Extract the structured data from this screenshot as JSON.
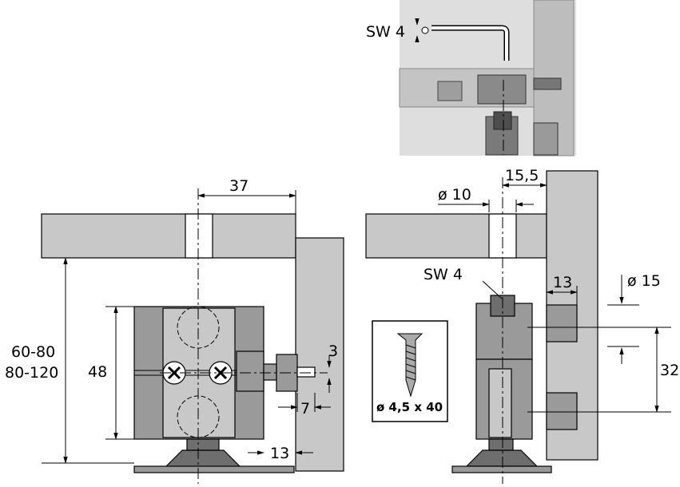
{
  "labels": {
    "sw4_photo": "SW 4",
    "sw4_side": "SW 4",
    "dim_37": "37",
    "dim_48": "48",
    "dim_60_80": "60-80",
    "dim_80_120": "80-120",
    "dim_3": "3",
    "dim_7": "7",
    "dim_13_left": "13",
    "dim_phi10": "ø 10",
    "dim_15_5": "15,5",
    "dim_13_right": "13",
    "dim_phi15": "ø 15",
    "dim_32": "32",
    "screw_spec": "ø 4,5 x 40"
  },
  "colors": {
    "panel_grey": "#c8c8c8",
    "part_grey": "#9a9a9a",
    "dark_grey": "#6e6e6e",
    "photo_bg": "#dedede"
  }
}
